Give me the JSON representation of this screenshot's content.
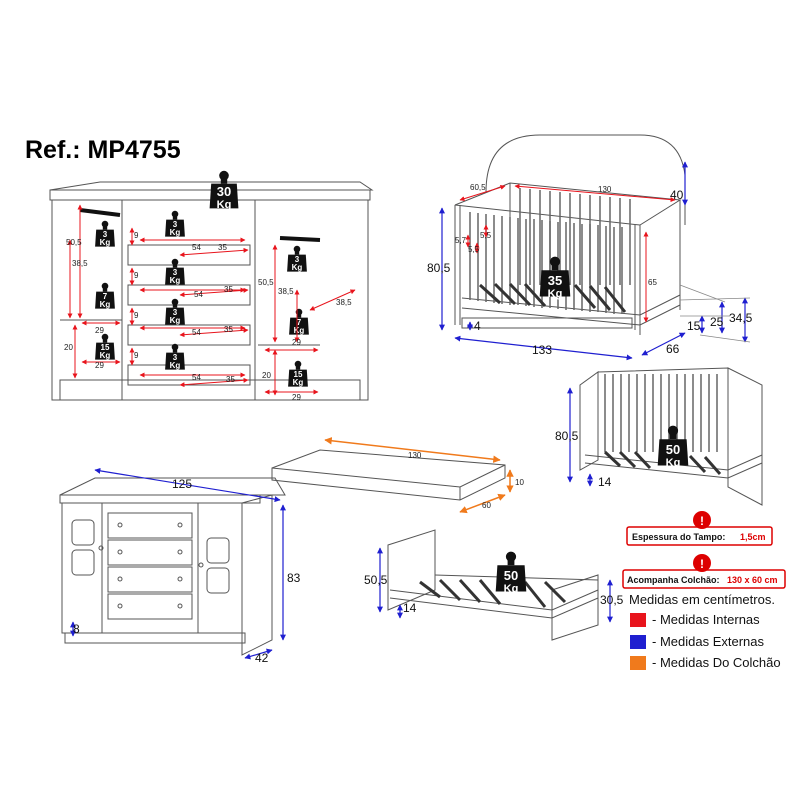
{
  "ref": "Ref.: MP4755",
  "weights": {
    "top": {
      "num": "30",
      "unit": "Kg"
    },
    "drawer": {
      "num": "3",
      "unit": "Kg"
    },
    "shelf_mid": {
      "num": "7",
      "unit": "Kg"
    },
    "shelf_low": {
      "num": "15",
      "unit": "Kg"
    },
    "crib": {
      "num": "35",
      "unit": "Kg"
    },
    "bed": {
      "num": "50",
      "unit": "Kg"
    }
  },
  "dims": {
    "d50_5": "50,5",
    "d38_5": "38,5",
    "d20": "20",
    "d29": "29",
    "d9": "9",
    "d54": "54",
    "d35": "35",
    "d125": "125",
    "d83": "83",
    "d42": "42",
    "d8": "8",
    "d130": "130",
    "d10": "10",
    "d60": "60",
    "d60_5": "60,5",
    "d40": "40",
    "d5_7": "5,7",
    "d5_5": "5,5",
    "d65": "65",
    "d80_5": "80,5",
    "d4": "4",
    "d133": "133",
    "d66": "66",
    "d15": "15",
    "d25": "25",
    "d34_5": "34,5",
    "d14": "14",
    "d30_5": "30,5"
  },
  "notes": {
    "tampo_label": "Espessura do Tampo:",
    "tampo_value": "1,5cm",
    "colchao_label": "Acompanha Colchão:",
    "colchao_value": "130 x 60 cm"
  },
  "legend": {
    "title": "Medidas em centímetros.",
    "items": [
      {
        "label": "- Medidas Internas",
        "color": "#e8141c"
      },
      {
        "label": "- Medidas Externas",
        "color": "#1f1fd0"
      },
      {
        "label": "- Medidas Do Colchão",
        "color": "#f07a1c"
      }
    ]
  },
  "colors": {
    "internal": "#e8141c",
    "external": "#1f1fd0",
    "mattress": "#f07a1c",
    "line": "#555555"
  }
}
